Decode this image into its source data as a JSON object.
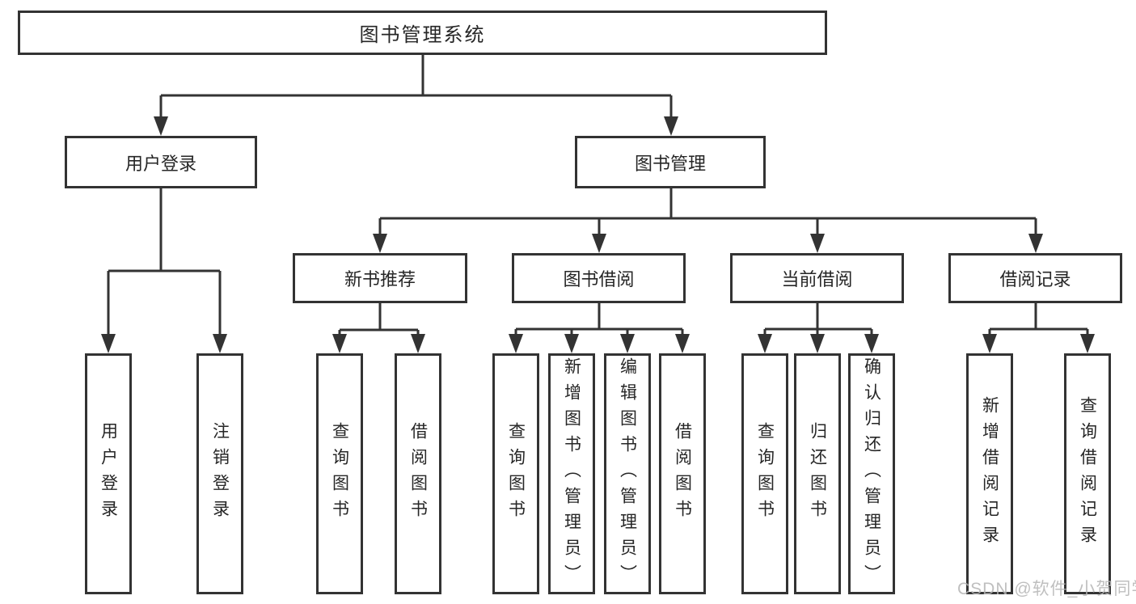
{
  "tree": {
    "root": "图书管理系统",
    "level2": [
      "用户登录",
      "图书管理"
    ],
    "user_children": [
      "用户登录",
      "注销登录"
    ],
    "level3": [
      "新书推荐",
      "图书借阅",
      "当前借阅",
      "借阅记录"
    ],
    "new_book_children": [
      "查询图书",
      "借阅图书"
    ],
    "borrow_children": [
      "查询图书",
      "新增图书（管理员）",
      "编辑图书（管理员）",
      "借阅图书"
    ],
    "current_children": [
      "查询图书",
      "归还图书",
      "确认归还（管理员）"
    ],
    "record_children": [
      "新增借阅记录",
      "查询借阅记录"
    ]
  },
  "watermark": {
    "text": "CSDN @软件_小贺同学"
  },
  "colors": {
    "line": "#333333",
    "box_border": "#333333",
    "box_background": "#ffffff",
    "text": "#262626",
    "watermark": "#b5b5b5",
    "page_background": "#ffffff"
  }
}
